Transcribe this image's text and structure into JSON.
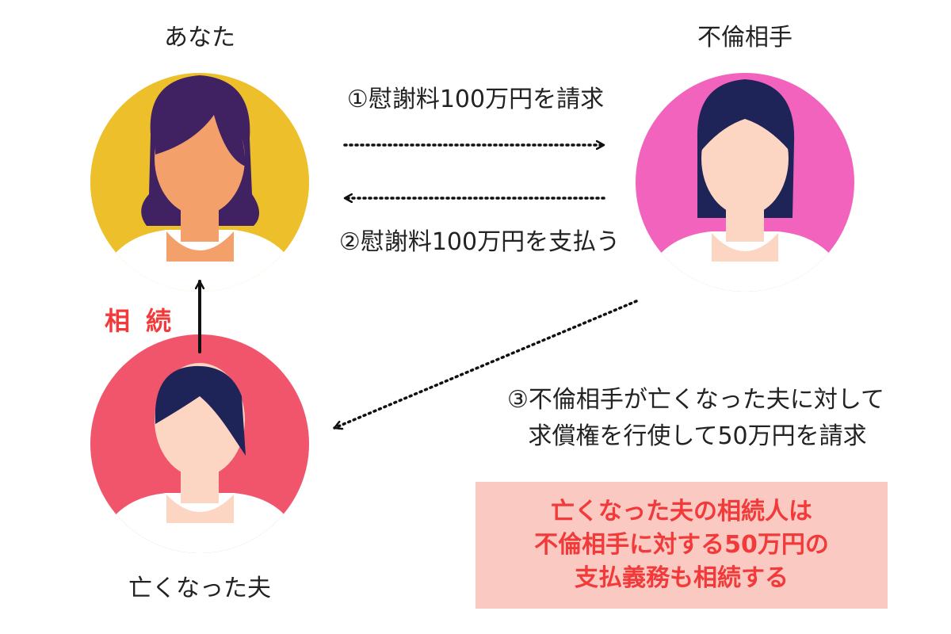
{
  "nodes": {
    "you": {
      "label": "あなた"
    },
    "partner": {
      "label": "不倫相手"
    },
    "husband": {
      "label": "亡くなった夫"
    }
  },
  "edges": {
    "claim": "①慰謝料100万円を請求",
    "pay": "②慰謝料100万円を支払う",
    "reimburse_line1": "③不倫相手が亡くなった夫に対して",
    "reimburse_line2": "求償権を行使して50万円を請求",
    "inherit": "相続"
  },
  "note": {
    "line1": "亡くなった夫の相続人は",
    "line2": "不倫相手に対する50万円の",
    "line3": "支払義務も相続する"
  },
  "colors": {
    "you_circle": "#edbf2b",
    "partner_circle": "#f263bd",
    "husband_circle": "#f0556c",
    "you_face": "#f4a06a",
    "light_face": "#fcd5c3",
    "purple_hair": "#402263",
    "navy_hair": "#1e2358",
    "accent_red": "#f23a3a",
    "note_background": "#f9c9c2"
  }
}
